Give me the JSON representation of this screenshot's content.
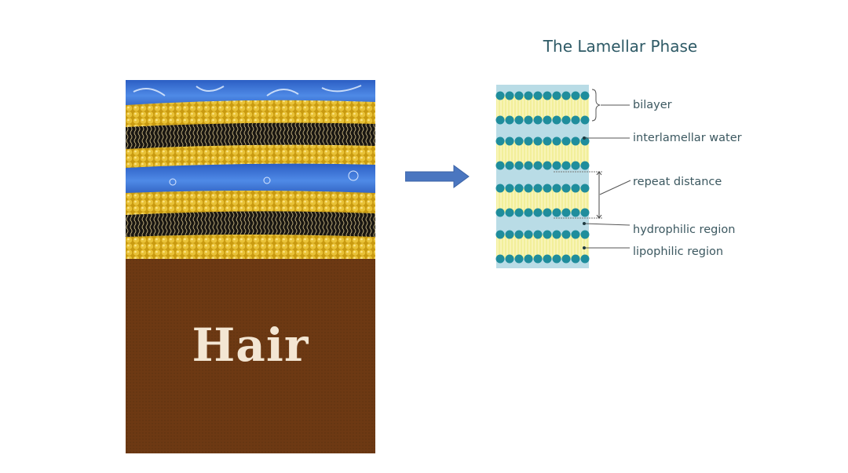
{
  "left_panel": {
    "label": "Hair"
  },
  "right_panel": {
    "title": "The Lamellar Phase",
    "labels": {
      "bilayer": "bilayer",
      "interlamellar_water": "interlamellar water",
      "repeat_distance": "repeat distance",
      "hydrophilic_region": "hydrophilic region",
      "lipophilic_region": "lipophilic region"
    }
  },
  "colors": {
    "arrow": "#4a76c0",
    "water": "#b9dce6",
    "head": "#1f8d9c",
    "tail": "#f2ef9a",
    "hair": "#6d3913"
  }
}
